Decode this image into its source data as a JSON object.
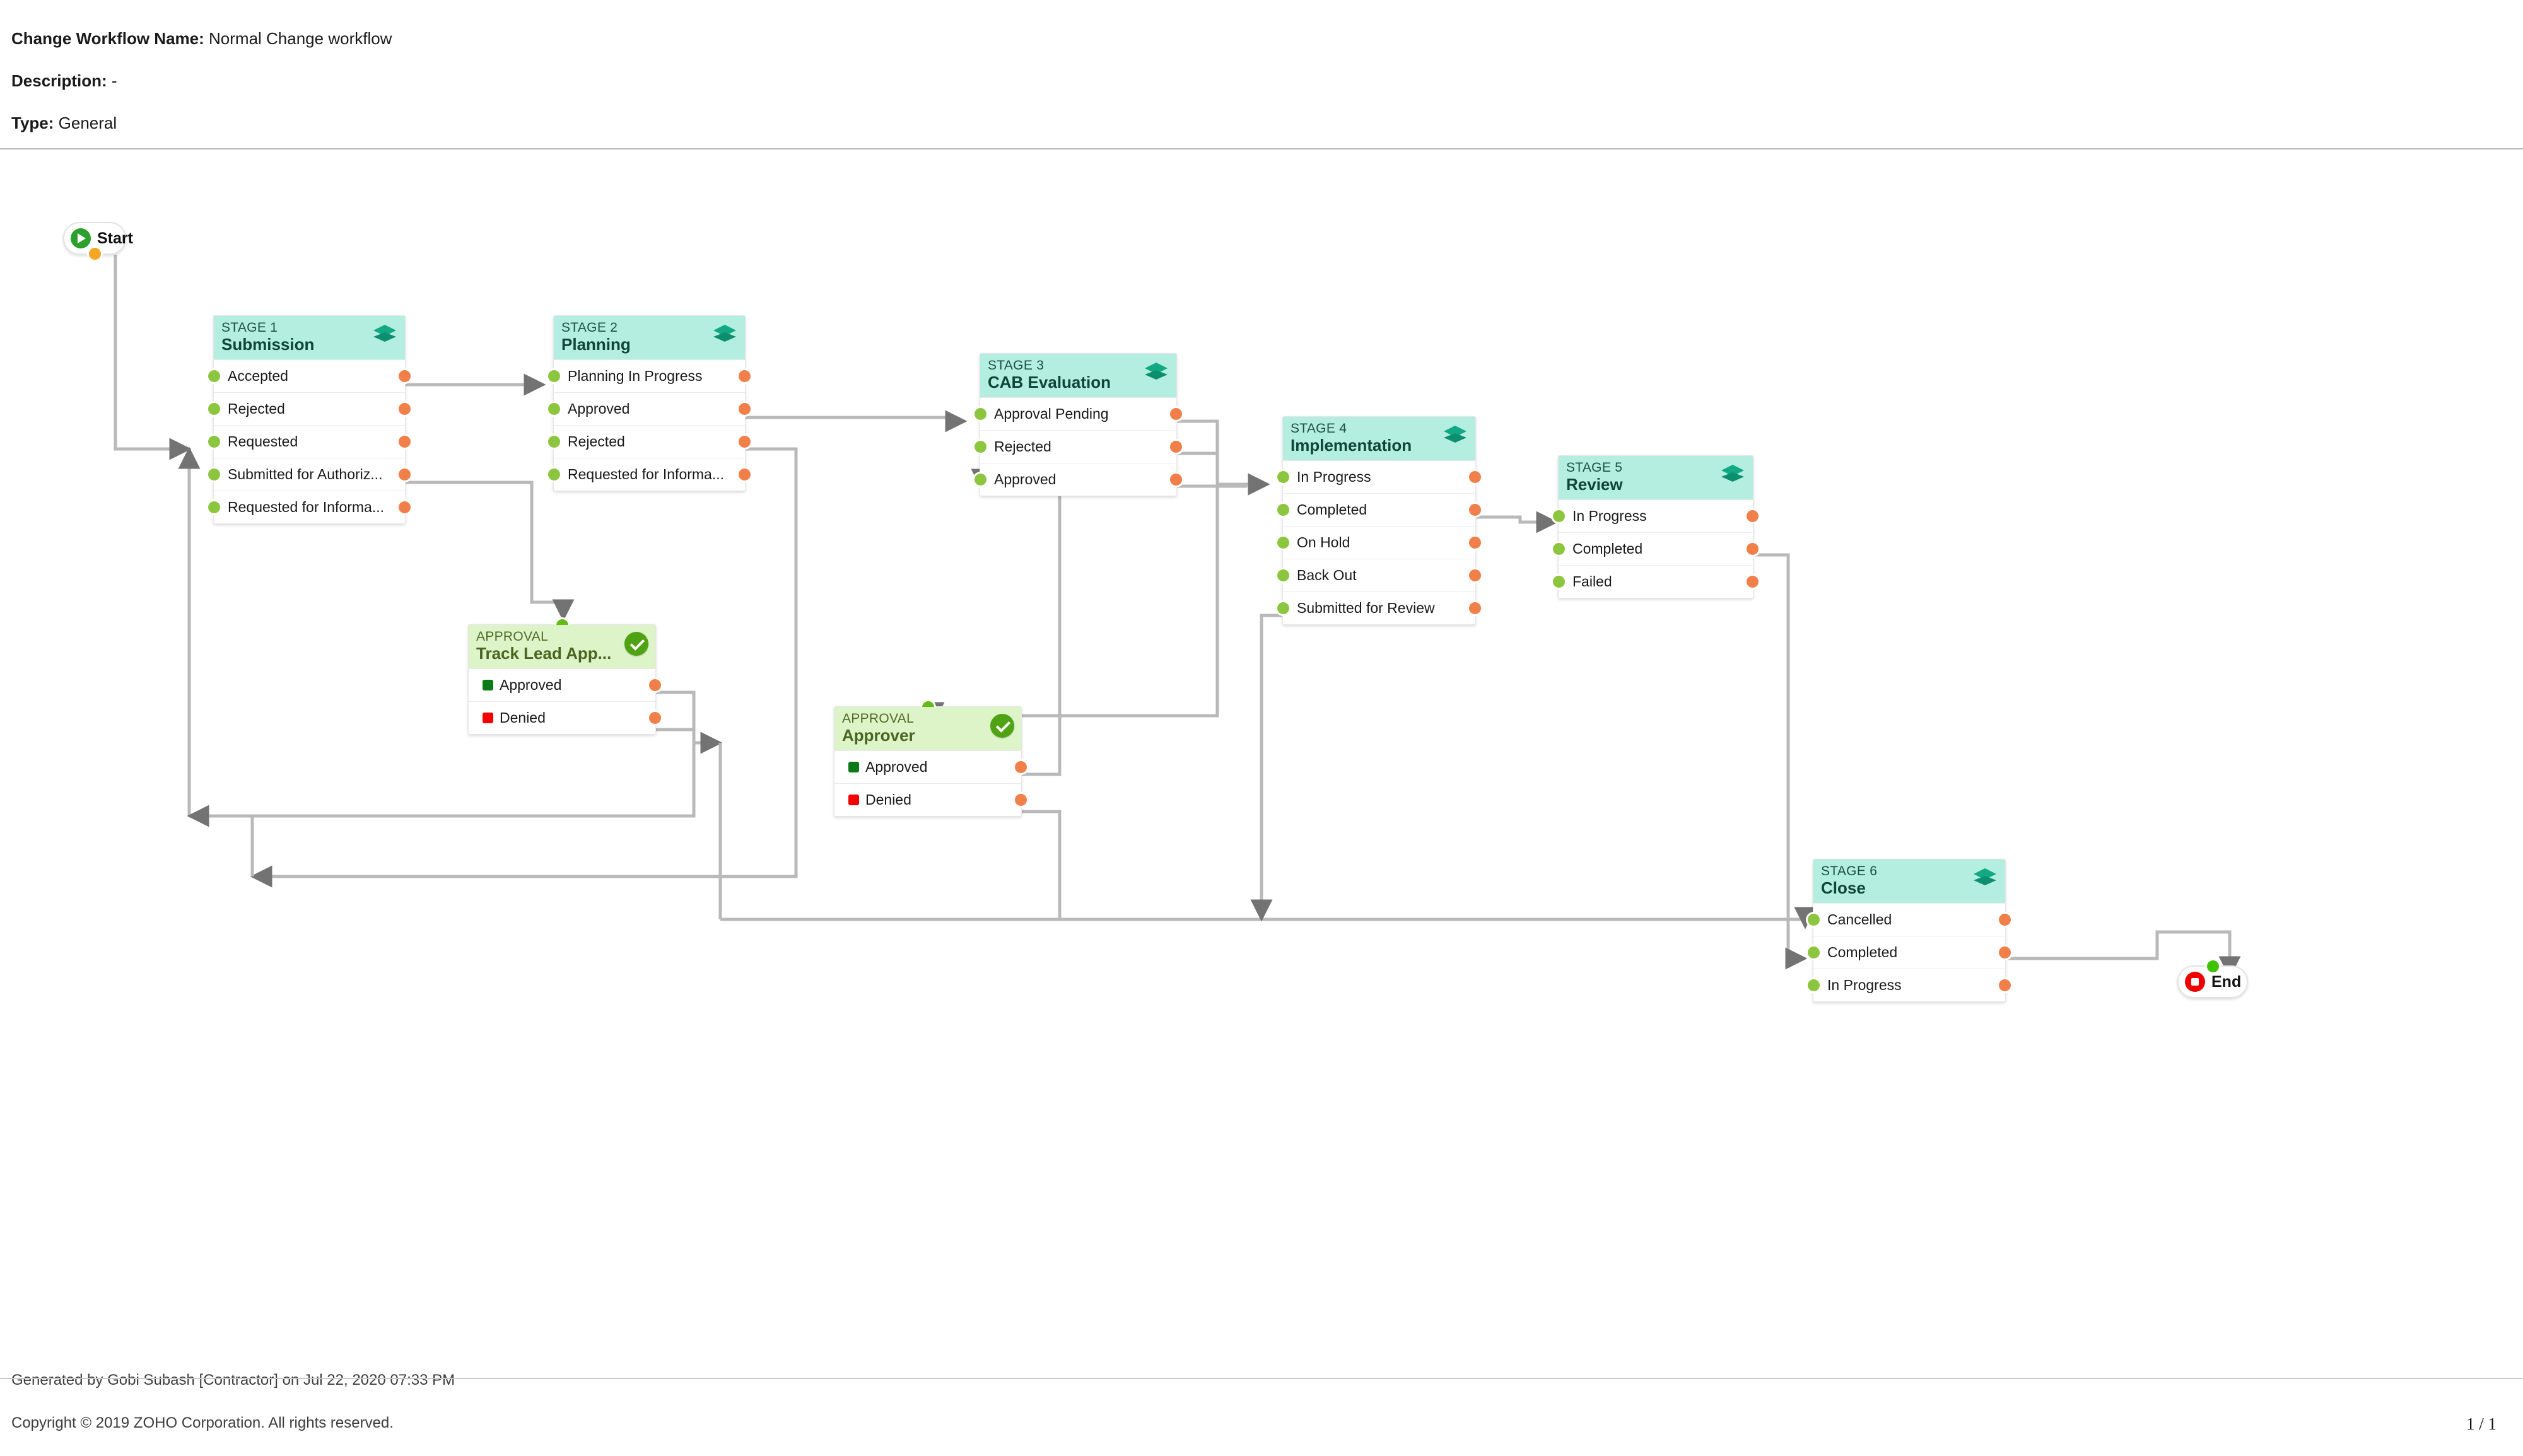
{
  "header": {
    "name_label": "Change Workflow Name:",
    "name_value": "Normal Change workflow",
    "description_label": "Description:",
    "description_value": "-",
    "type_label": "Type:",
    "type_value": "General"
  },
  "footer": {
    "generated_by": "Generated by Gobi Subash [Contractor] on Jul 22, 2020 07:33 PM",
    "copyright": "Copyright © 2019 ZOHO Corporation. All rights reserved.",
    "page": "1 / 1"
  },
  "colors": {
    "stage_header": "#b4eee0",
    "stage_title": "#0f4438",
    "approval_header": "#ddf3c8",
    "approval_title": "#47661f",
    "in_port": "#8cc63f",
    "out_port": "#f07f4a",
    "connector": "#b3b3b3",
    "approved_swatch": "#0a7a16",
    "denied_swatch": "#f50000",
    "start_icon": "#2ca02c",
    "end_icon": "#ee0000"
  },
  "terminals": {
    "start": {
      "label": "Start",
      "icon": "play-icon"
    },
    "end": {
      "label": "End",
      "icon": "stop-icon"
    }
  },
  "nodes": [
    {
      "id": "stage1",
      "type": "stage",
      "kicker": "STAGE 1",
      "title": "Submission",
      "icon": "layers-icon",
      "rows": [
        {
          "label": "Accepted"
        },
        {
          "label": "Rejected"
        },
        {
          "label": "Requested"
        },
        {
          "label": "Submitted for Authoriz..."
        },
        {
          "label": "Requested for Informa..."
        }
      ]
    },
    {
      "id": "stage2",
      "type": "stage",
      "kicker": "STAGE 2",
      "title": "Planning",
      "icon": "layers-icon",
      "rows": [
        {
          "label": "Planning In Progress"
        },
        {
          "label": "Approved"
        },
        {
          "label": "Rejected"
        },
        {
          "label": "Requested for Informa..."
        }
      ]
    },
    {
      "id": "stage3",
      "type": "stage",
      "kicker": "STAGE 3",
      "title": "CAB Evaluation",
      "icon": "layers-icon",
      "rows": [
        {
          "label": "Approval Pending"
        },
        {
          "label": "Rejected"
        },
        {
          "label": "Approved"
        }
      ]
    },
    {
      "id": "stage4",
      "type": "stage",
      "kicker": "STAGE 4",
      "title": "Implementation",
      "icon": "layers-icon",
      "rows": [
        {
          "label": "In Progress"
        },
        {
          "label": "Completed"
        },
        {
          "label": "On Hold"
        },
        {
          "label": "Back Out"
        },
        {
          "label": "Submitted for Review"
        }
      ]
    },
    {
      "id": "stage5",
      "type": "stage",
      "kicker": "STAGE 5",
      "title": "Review",
      "icon": "layers-icon",
      "rows": [
        {
          "label": "In Progress"
        },
        {
          "label": "Completed"
        },
        {
          "label": "Failed"
        }
      ]
    },
    {
      "id": "stage6",
      "type": "stage",
      "kicker": "STAGE 6",
      "title": "Close",
      "icon": "layers-icon",
      "rows": [
        {
          "label": "Cancelled"
        },
        {
          "label": "Completed"
        },
        {
          "label": "In Progress"
        }
      ]
    },
    {
      "id": "approval1",
      "type": "approval",
      "kicker": "APPROVAL",
      "title": "Track Lead App...",
      "icon": "check-circle-icon",
      "rows": [
        {
          "label": "Approved",
          "swatch": "#0a7a16"
        },
        {
          "label": "Denied",
          "swatch": "#f50000"
        }
      ]
    },
    {
      "id": "approval2",
      "type": "approval",
      "kicker": "APPROVAL",
      "title": "Approver",
      "icon": "check-circle-icon",
      "rows": [
        {
          "label": "Approved",
          "swatch": "#0a7a16"
        },
        {
          "label": "Denied",
          "swatch": "#f50000"
        }
      ]
    }
  ]
}
